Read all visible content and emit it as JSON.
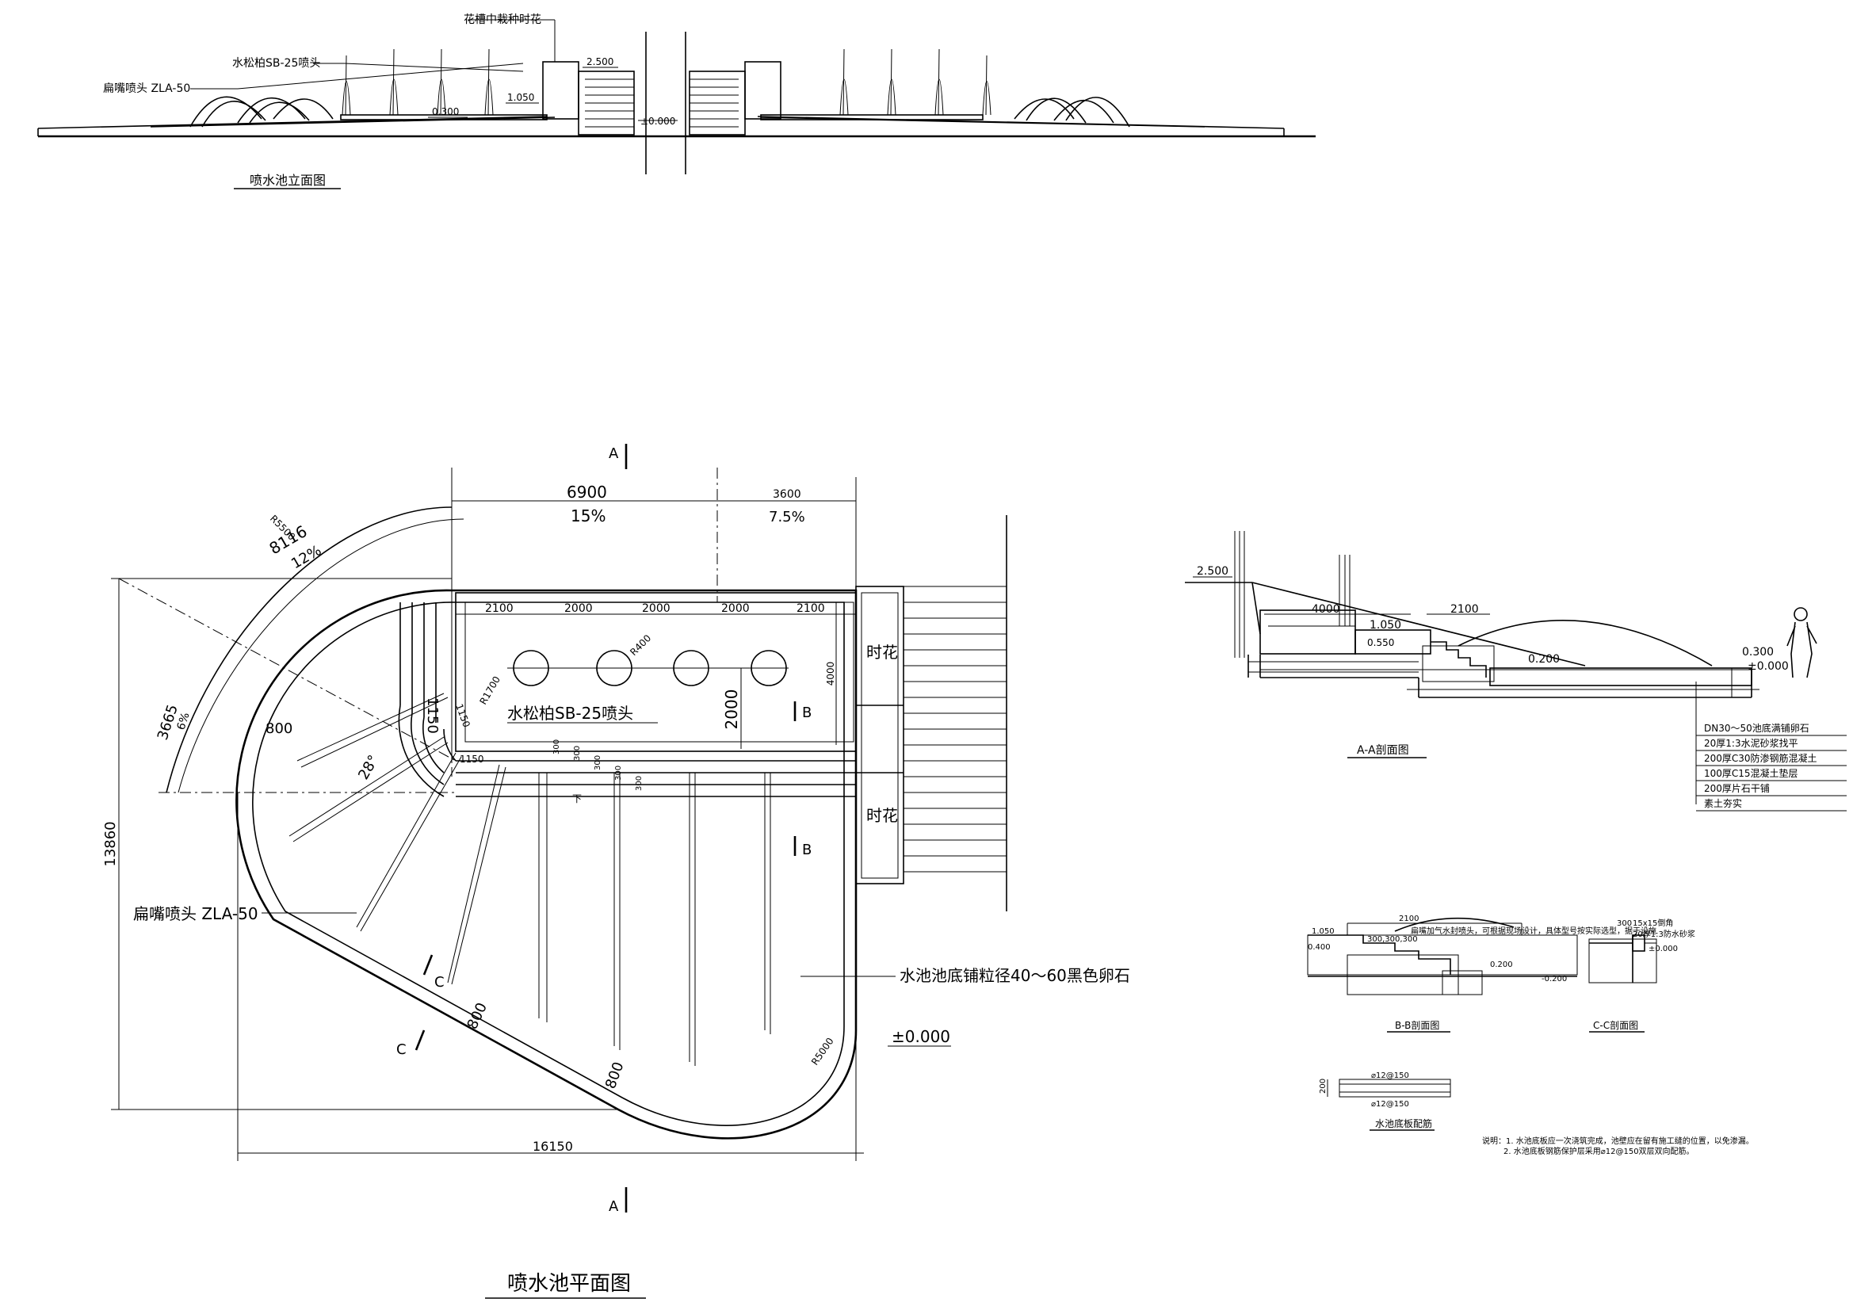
{
  "elevation": {
    "title": "喷水池立面图",
    "labels": {
      "flowers_in_trough": "花槽中栽种时花",
      "nozzle_sb25": "水松柏SB-25喷头",
      "nozzle_zla50": "扁嘴喷头 ZLA-50",
      "lvl_2500": "2.500",
      "lvl_1050": "1.050",
      "lvl_0300": "0.300",
      "lvl_0000": "±0.000"
    }
  },
  "plan": {
    "title": "喷水池平面图",
    "section_marks": {
      "a": "A",
      "b": "B",
      "c": "C"
    },
    "dims": {
      "d6900": "6900",
      "p15": "15%",
      "d3600": "3600",
      "p75": "7.5%",
      "d8116": "8116",
      "p12": "12%",
      "d3665": "3665",
      "p6": "6%",
      "d13860": "13860",
      "d16150": "16150",
      "d2100a": "2100",
      "d2000a": "2000",
      "d2000b": "2000",
      "d2000c": "2000",
      "d2100b": "2100",
      "d4000": "4000",
      "d2000v": "2000",
      "r5500": "R5500",
      "r1700": "R1700",
      "r400": "R400",
      "r5000": "R5000",
      "d1150a": "1150",
      "d1150b": "1150",
      "d1150c": "1150",
      "d800a": "800",
      "d800b": "800",
      "d800c": "800",
      "a28": "28°",
      "d300a": "300",
      "d300b": "300",
      "d300c": "300",
      "d300d": "300",
      "d300e": "300",
      "lvl": "±0.000"
    },
    "labels": {
      "flowers_1": "时花",
      "flowers_2": "时花",
      "nozzle_sb25": "水松柏SB-25喷头",
      "nozzle_zla50": "扁嘴喷头 ZLA-50",
      "pebbles": "水池池底铺粒径40～60黑色卵石",
      "down": "下"
    }
  },
  "section_aa": {
    "title": "A-A剖面图",
    "dims": {
      "lvl_2500": "2.500",
      "d4000": "4000",
      "d2100": "2100",
      "lvl_1050": "1.050",
      "lvl_0550": "0.550",
      "lvl_0200": "0.200",
      "lvl_0300": "0.300",
      "lvl_0000": "±0.000"
    },
    "layers": [
      "DN30～50池底满铺卵石",
      "20厚1:3水泥砂浆找平",
      "200厚C30防渗钢筋混凝土",
      "100厚C15混凝土垫层",
      "200厚片石干铺",
      "素土夯实"
    ]
  },
  "section_bb": {
    "title": "B-B剖面图",
    "top_dim": "2100",
    "note": "扁嘴加气水封喷头，可根据现场设计，具体型号按实际选型，据于设施",
    "dims": {
      "l1": "1.050",
      "l2": "0.400",
      "l3": "300,300,300",
      "l4": "0.200",
      "l5": "-0.200"
    }
  },
  "section_cc": {
    "title": "C-C剖面图",
    "notes": {
      "n1": "15x15倒角",
      "n2": "20厚1:3防水砂浆",
      "n3": "±0.000",
      "n4": "300"
    }
  },
  "slab": {
    "title": "水池底板配筋",
    "labels": {
      "r1": "⌀12@150",
      "r2": "⌀12@150",
      "thk": "200"
    }
  },
  "notes": {
    "line1": "说明：1. 水池底板应一次浇筑完成，池壁应在留有施工缝的位置，以免渗漏。",
    "line2": "2. 水池底板钢筋保护层采用⌀12@150双层双向配筋。"
  }
}
